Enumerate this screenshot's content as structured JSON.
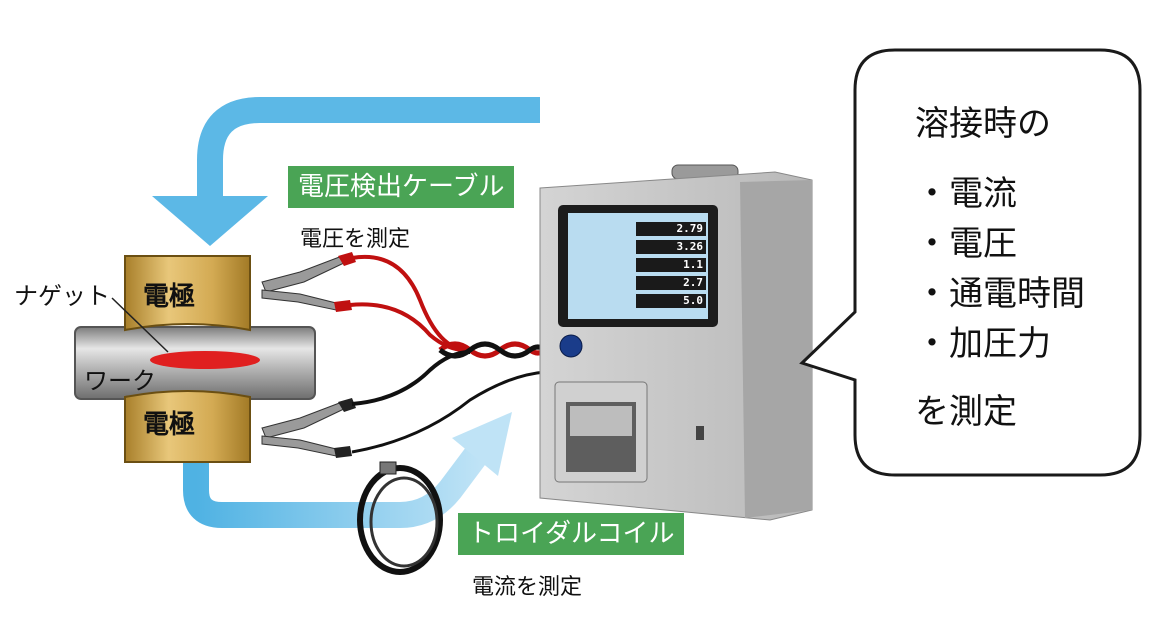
{
  "labels": {
    "voltage_cable": "電圧検出ケーブル",
    "voltage_measure": "電圧を測定",
    "electrode_top": "電極",
    "electrode_bottom": "電極",
    "nugget": "ナゲット",
    "work": "ワーク",
    "toroidal_coil": "トロイダルコイル",
    "current_measure": "電流を測定"
  },
  "bubble": {
    "title": "溶接時の",
    "items": [
      "・電流",
      "・電圧",
      "・通電時間",
      "・加圧力"
    ],
    "footer": "を測定"
  },
  "screen_values": [
    "2.79",
    "3.26",
    "1.1",
    "2.7",
    "5.0"
  ],
  "colors": {
    "arrow": "#5cb8e6",
    "tag_green": "#4aa455",
    "electrode_gold": "#cfa54a",
    "nugget_red": "#e02020",
    "screen_bg": "#b9dcf0"
  }
}
